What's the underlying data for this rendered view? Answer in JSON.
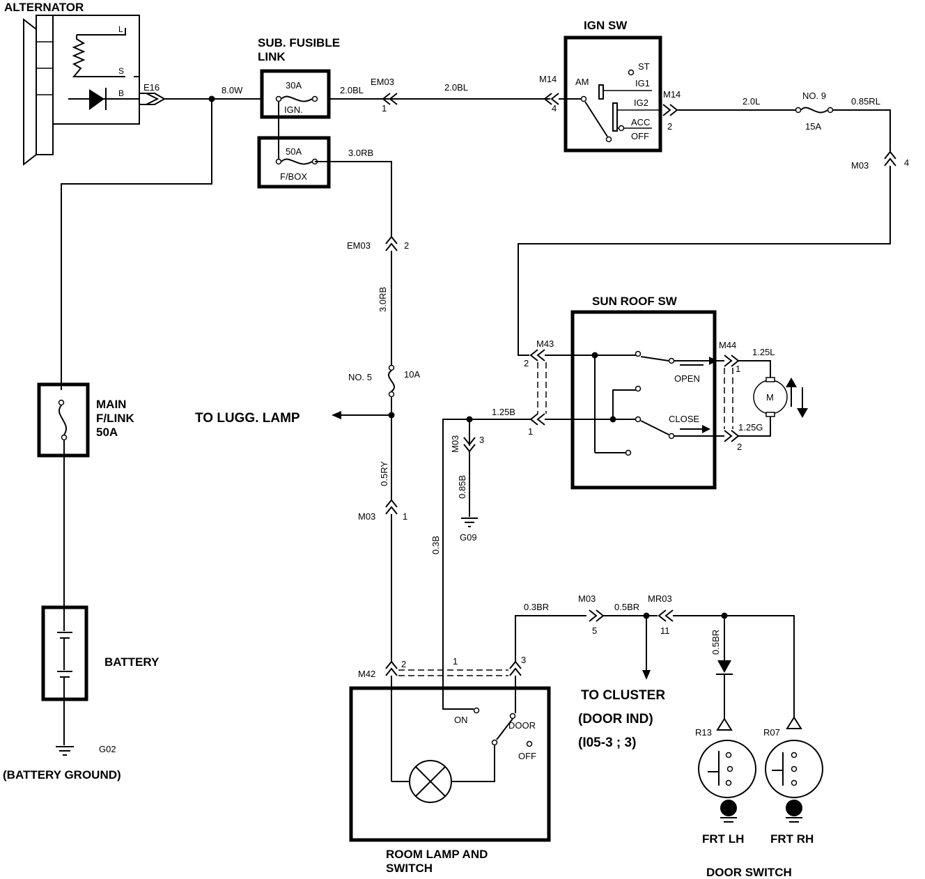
{
  "components": {
    "alternator": {
      "title": "ALTERNATOR",
      "pins": [
        "L",
        "S",
        "B"
      ],
      "connector": "E16"
    },
    "sub_fusible_link": {
      "title_line1": "SUB. FUSIBLE",
      "title_line2": "LINK",
      "fuse1_rating": "30A",
      "fuse1_label": "IGN.",
      "fuse2_rating": "50A",
      "fuse2_label": "F/BOX"
    },
    "ign_sw": {
      "title": "IGN SW",
      "positions": [
        "ST",
        "IG1",
        "IG2",
        "ACC",
        "OFF"
      ],
      "input": "AM"
    },
    "main_fusible_link": {
      "line1": "MAIN",
      "line2": "F/LINK",
      "line3": "50A"
    },
    "battery": {
      "title": "BATTERY",
      "ground": "G02",
      "ground_label": "(BATTERY GROUND)"
    },
    "sun_roof_sw": {
      "title": "SUN ROOF SW",
      "open_label": "OPEN",
      "close_label": "CLOSE",
      "motor_label": "M"
    },
    "room_lamp": {
      "title_line1": "ROOM LAMP AND",
      "title_line2": "SWITCH",
      "on_label": "ON",
      "door_label": "DOOR",
      "off_label": "OFF"
    },
    "door_switch": {
      "title": "DOOR SWITCH",
      "lh_connector": "R13",
      "rh_connector": "R07",
      "lh_label": "FRT LH",
      "rh_label": "FRT RH"
    },
    "to_lugg_lamp": "TO LUGG. LAMP",
    "to_cluster": {
      "line1": "TO CLUSTER",
      "line2": "(DOOR IND)",
      "line3": "(I05-3 ; 3)"
    }
  },
  "fuses": {
    "no9": {
      "name": "NO. 9",
      "rating": "15A"
    },
    "no5": {
      "name": "NO. 5",
      "rating": "10A"
    }
  },
  "wires": {
    "w_8_0w": "8.0W",
    "w_2_0bl_a": "2.0BL",
    "w_2_0bl_b": "2.0BL",
    "w_2_0l": "2.0L",
    "w_0_85rl": "0.85RL",
    "w_3_0rb_a": "3.0RB",
    "w_3_0rb_b": "3.0RB",
    "w_0_5ry": "0.5RY",
    "w_1_25b": "1.25B",
    "w_0_85b": "0.85B",
    "w_0_3b": "0.3B",
    "w_1_25l": "1.25L",
    "w_1_25g": "1.25G",
    "w_0_3br": "0.3BR",
    "w_0_5br_a": "0.5BR",
    "w_0_5br_b": "0.5BR"
  },
  "connectors": {
    "em03_top": {
      "name": "EM03",
      "pin": "1"
    },
    "m14_in": {
      "name": "M14",
      "pin": "4"
    },
    "m14_out": {
      "name": "M14",
      "pin": "2"
    },
    "m03_right": {
      "name": "M03",
      "pin": "4"
    },
    "em03_mid": {
      "name": "EM03",
      "pin": "2"
    },
    "m43": {
      "name": "M43",
      "pin_a": "2",
      "pin_b": "1"
    },
    "m44": {
      "name": "M44",
      "pin_a": "1",
      "pin_b": "2"
    },
    "m03_ground": {
      "name": "M03",
      "pin": "3"
    },
    "ground_g09": "G09",
    "m03_left": {
      "name": "M03",
      "pin": "1"
    },
    "m42": {
      "name": "M42",
      "pin_a": "2",
      "pin_b": "1",
      "pin_c": "3"
    },
    "m03_bottom": {
      "name": "M03",
      "pin": "5"
    },
    "mr03": {
      "name": "MR03",
      "pin": "11"
    }
  }
}
